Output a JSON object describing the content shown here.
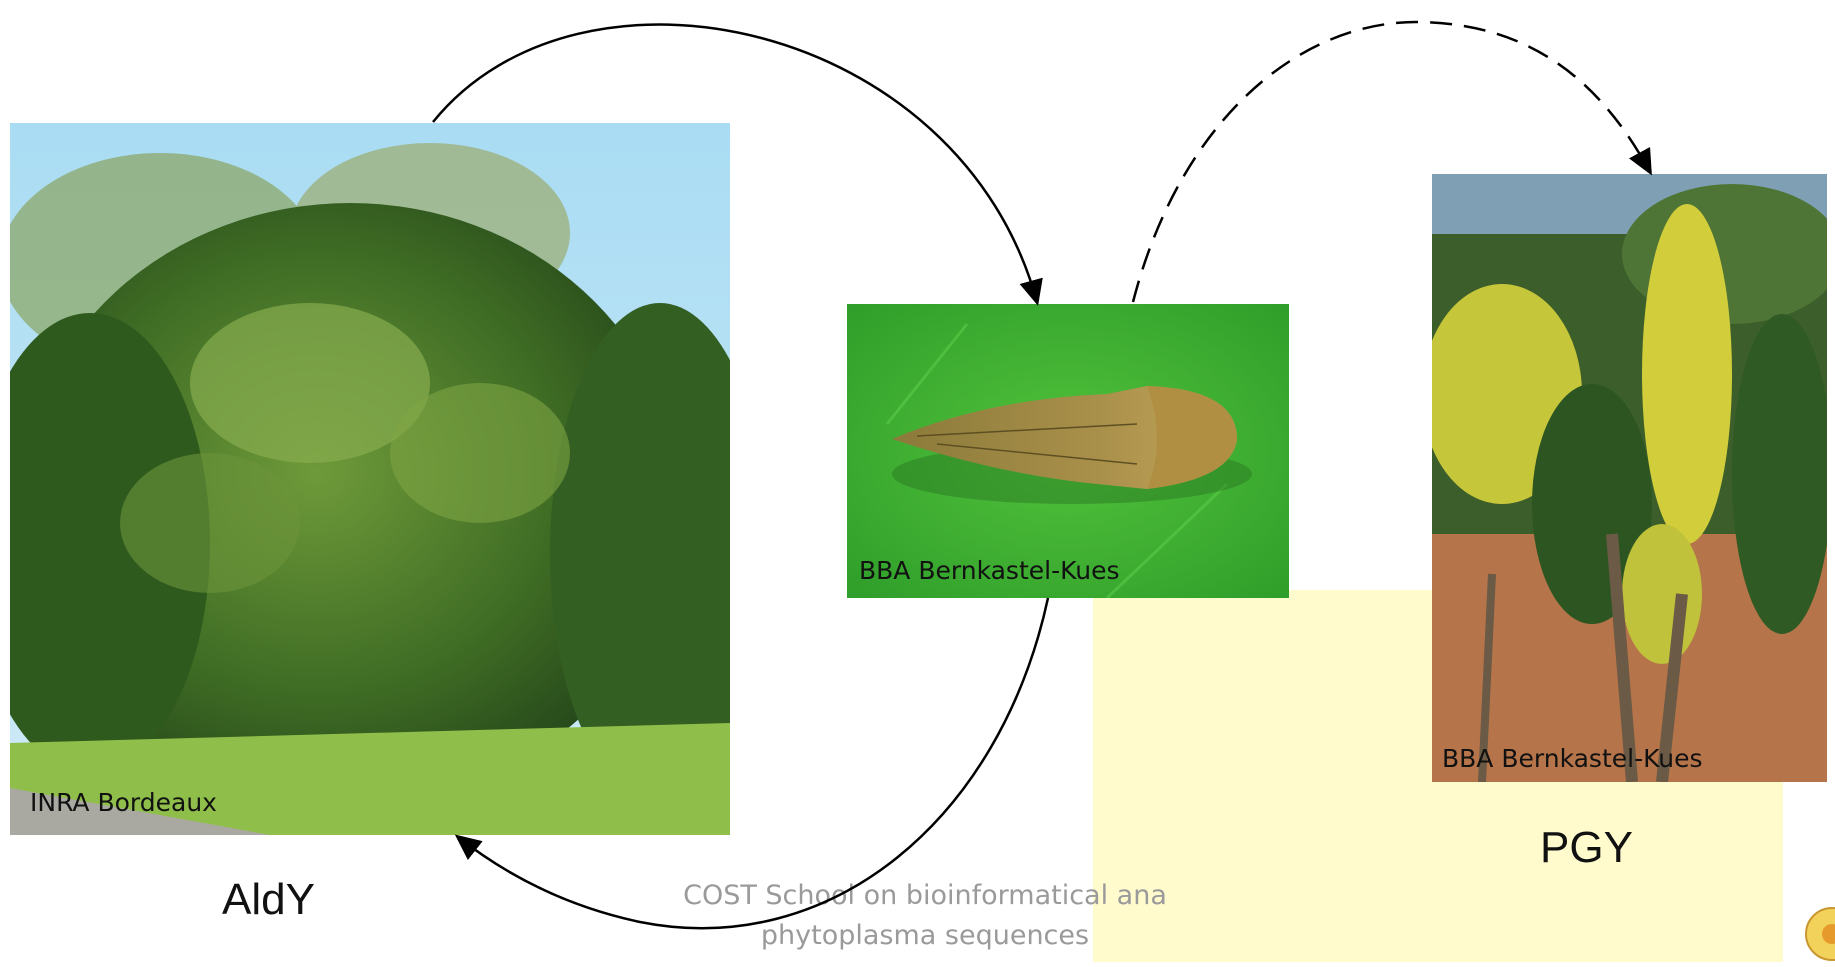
{
  "photos": {
    "alder": {
      "credit": "INRA Bordeaux",
      "caption": "AldY"
    },
    "insect": {
      "credit": "BBA Bernkastel-Kues"
    },
    "grapevine": {
      "credit": "BBA Bernkastel-Kues",
      "caption": "PGY"
    }
  },
  "footer": {
    "line1": "COST School on bioinformatical ana",
    "line2": "phytoplasma sequences"
  },
  "colors": {
    "highlight_box": "#fffbcd",
    "footer_text": "#9a9a9a"
  }
}
